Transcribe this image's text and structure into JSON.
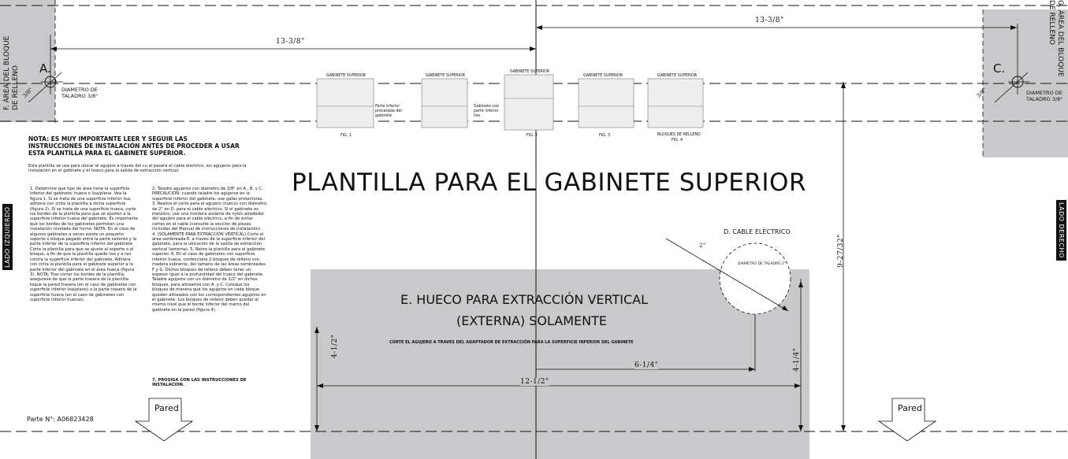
{
  "corner_f": {
    "label_line1": "F. ÁREA DEL BLOQUE",
    "label_line2": "DE RELLENO"
  },
  "corner_g": {
    "label_line1": "G. ÁREA DEL BLOQUE",
    "label_line2": "DE RELLENO"
  },
  "hole_a": {
    "letter": "A.",
    "angle": "3/8\"",
    "drill_line1": "DIAMETRO DE",
    "drill_line2": "TALADRO 3/8\""
  },
  "hole_c": {
    "letter": "C.",
    "angle": "3/8\"",
    "drill_line1": "DIAMETRO DE",
    "drill_line2": "TALADRO 3/8\""
  },
  "dims": {
    "left_top": "13-3/8\"",
    "right_top": "13-3/8\"",
    "right_vertical": "9-27/32\"",
    "box_height": "4-1/2\"",
    "box_width": "12-1/2\"",
    "center_offset": "6-1/4\"",
    "cable_height": "4-1/4\"",
    "cable_radius": "2\""
  },
  "figures": [
    {
      "title": "GABINETE SUPERIOR",
      "caption": "FIG. 1",
      "callout": "Parte inferior procesada del gabinete"
    },
    {
      "title": "GABINETE SUPERIOR",
      "caption": "",
      "callout": "Gabinete con parte inferior lisa"
    },
    {
      "title": "GABINETE SUPERIOR",
      "caption": "FIG. 2",
      "callout": ""
    },
    {
      "title": "GABINETE SUPERIOR",
      "caption": "FIG. 3",
      "callout": ""
    },
    {
      "title": "GABINETE SUPERIOR",
      "caption": "FIG. 4",
      "callout": "BLOQUES DE RELLENO"
    }
  ],
  "notice": {
    "heading": "NOTA: ES MUY IMPORTANTE LEER Y SEGUIR LAS INSTRUCCIONES DE INSTALACIÓN ANTES DE PROCEDER A USAR ESTA PLANTILLA PARA EL GABINETE SUPERIOR.",
    "intro": "Esta plantilla se usa para ubicar el agujero a traves del cu al pasará el cable eléctrico, los agujeros para la instalación en el gabinete y el hueco para la salida de extracción vertical."
  },
  "steps_left": "1. Determine qué tipo de área tiene la superficie inferior del gabinete: hueca o lisa/plana. Vea la figura 1. Si se trata de una superficie inferior lisa, adhiera con cinta la plantilla a dicha superficie (figura 2). Si se trata de una superficie hueca, corte los bordes de la plantilla para que se ajusten a la superficie inferior hueca del gabinete. Es importante que los bordes de los gabinetes permitan una instalación nivelada del horno. NOTA: En el caso de algunos gabinetes a veces existe un pequeño soporte o bloque pegado entre la parte saliente y la parte inferior de la superficie inferior del gabinete. Corte la plantilla para que se ajuste al soporte o el bloque, a fin de que la plantilla quede lisa y a ras contra la superficie inferior del gabinete. Adhiera con cinta la plantilla para el gabinete superior a la parte inferior del gabinete en el área hueca (figura 3). NOTA: Tras cortar los bordes de la plantilla, asegurese de que la parte trasera de la plantilla toque la pared trasera (en el caso de gabinetes con superficie inferior lisa/plano) o la parte trasera de la superficie hueca (en el caso de gabinetes con superficie inferior huecas).",
  "steps_right": "2. Taladre agujeros con diámetro de 3/8\" en A., B. y C. PRECAUCIÓN: cuando taladre los agujeros en la superficie inferior del gabinete, use gafas protectoras. 3. Realice el corte para el agujero (hueco) con diámetro de 2\" en D. para el cable eléctrico. Si el gabinete es metálico, use una moldura aislante de nylon alrededor del agujero para el cable eléctrico, a fin de evitar cortes en el cable (consulte la sección de piezas incluidas del Manual de instrucciones de instalación). 4. (SOLAMENTE PARA EXTRACCIÓN VERTICAL) Corte el área sombreada E. a traves de la superficie inferior del gabinete, para la ubicación de la salida de extracción vertical (externa). 5. Retire la plantilla para el gabinete superior. 6. En el caso de gabinetes con superficie inferior hueca, confeccione 2 bloques de relleno con madera sobrante, del tamano de las áreas sombreadas F y G. Dichos bloques de relleno deben tener un espesor igual a la profundidad del hueco del gabinete. Taladre agujeros con un diámetro de 1/2\" en dichos bloques, para alinearlos con A. y C. Coloque los bloques de manera que los agujeros en cada bloque queden alineados con los correspondientes agujeros en el gabinete. Los bloques de relleno deben quedar al mismo nivel que el borde inferior del marco del gabinete en la pared (figura 4).",
  "step7": "7. PROSIGA CON LAS INSTRUCCIONES DE INSTALACIÓN.",
  "main_title": "PLANTILLA PARA EL GABINETE SUPERIOR",
  "cable": {
    "label": "D. CABLE ELÉCTRICO",
    "drill": "DIAMETRO DE TALADRO 2\""
  },
  "vent": {
    "line1": "E. HUECO PARA EXTRACCIÓN VERTICAL",
    "line2": "(EXTERNA) SOLAMENTE",
    "instruction": "CORTE EL AGUJERO A TRAVES DEL ADAPTADOR DE EXTRACCIÓN PARA LA SUPERFICIE INFERIOR DEL GABINETE"
  },
  "side_left": "LADO IZQUIERDO",
  "side_right": "LADO DERECHO",
  "wall_left": "Pared",
  "wall_right": "Pared",
  "part_number": "Parte N°: A06823428"
}
